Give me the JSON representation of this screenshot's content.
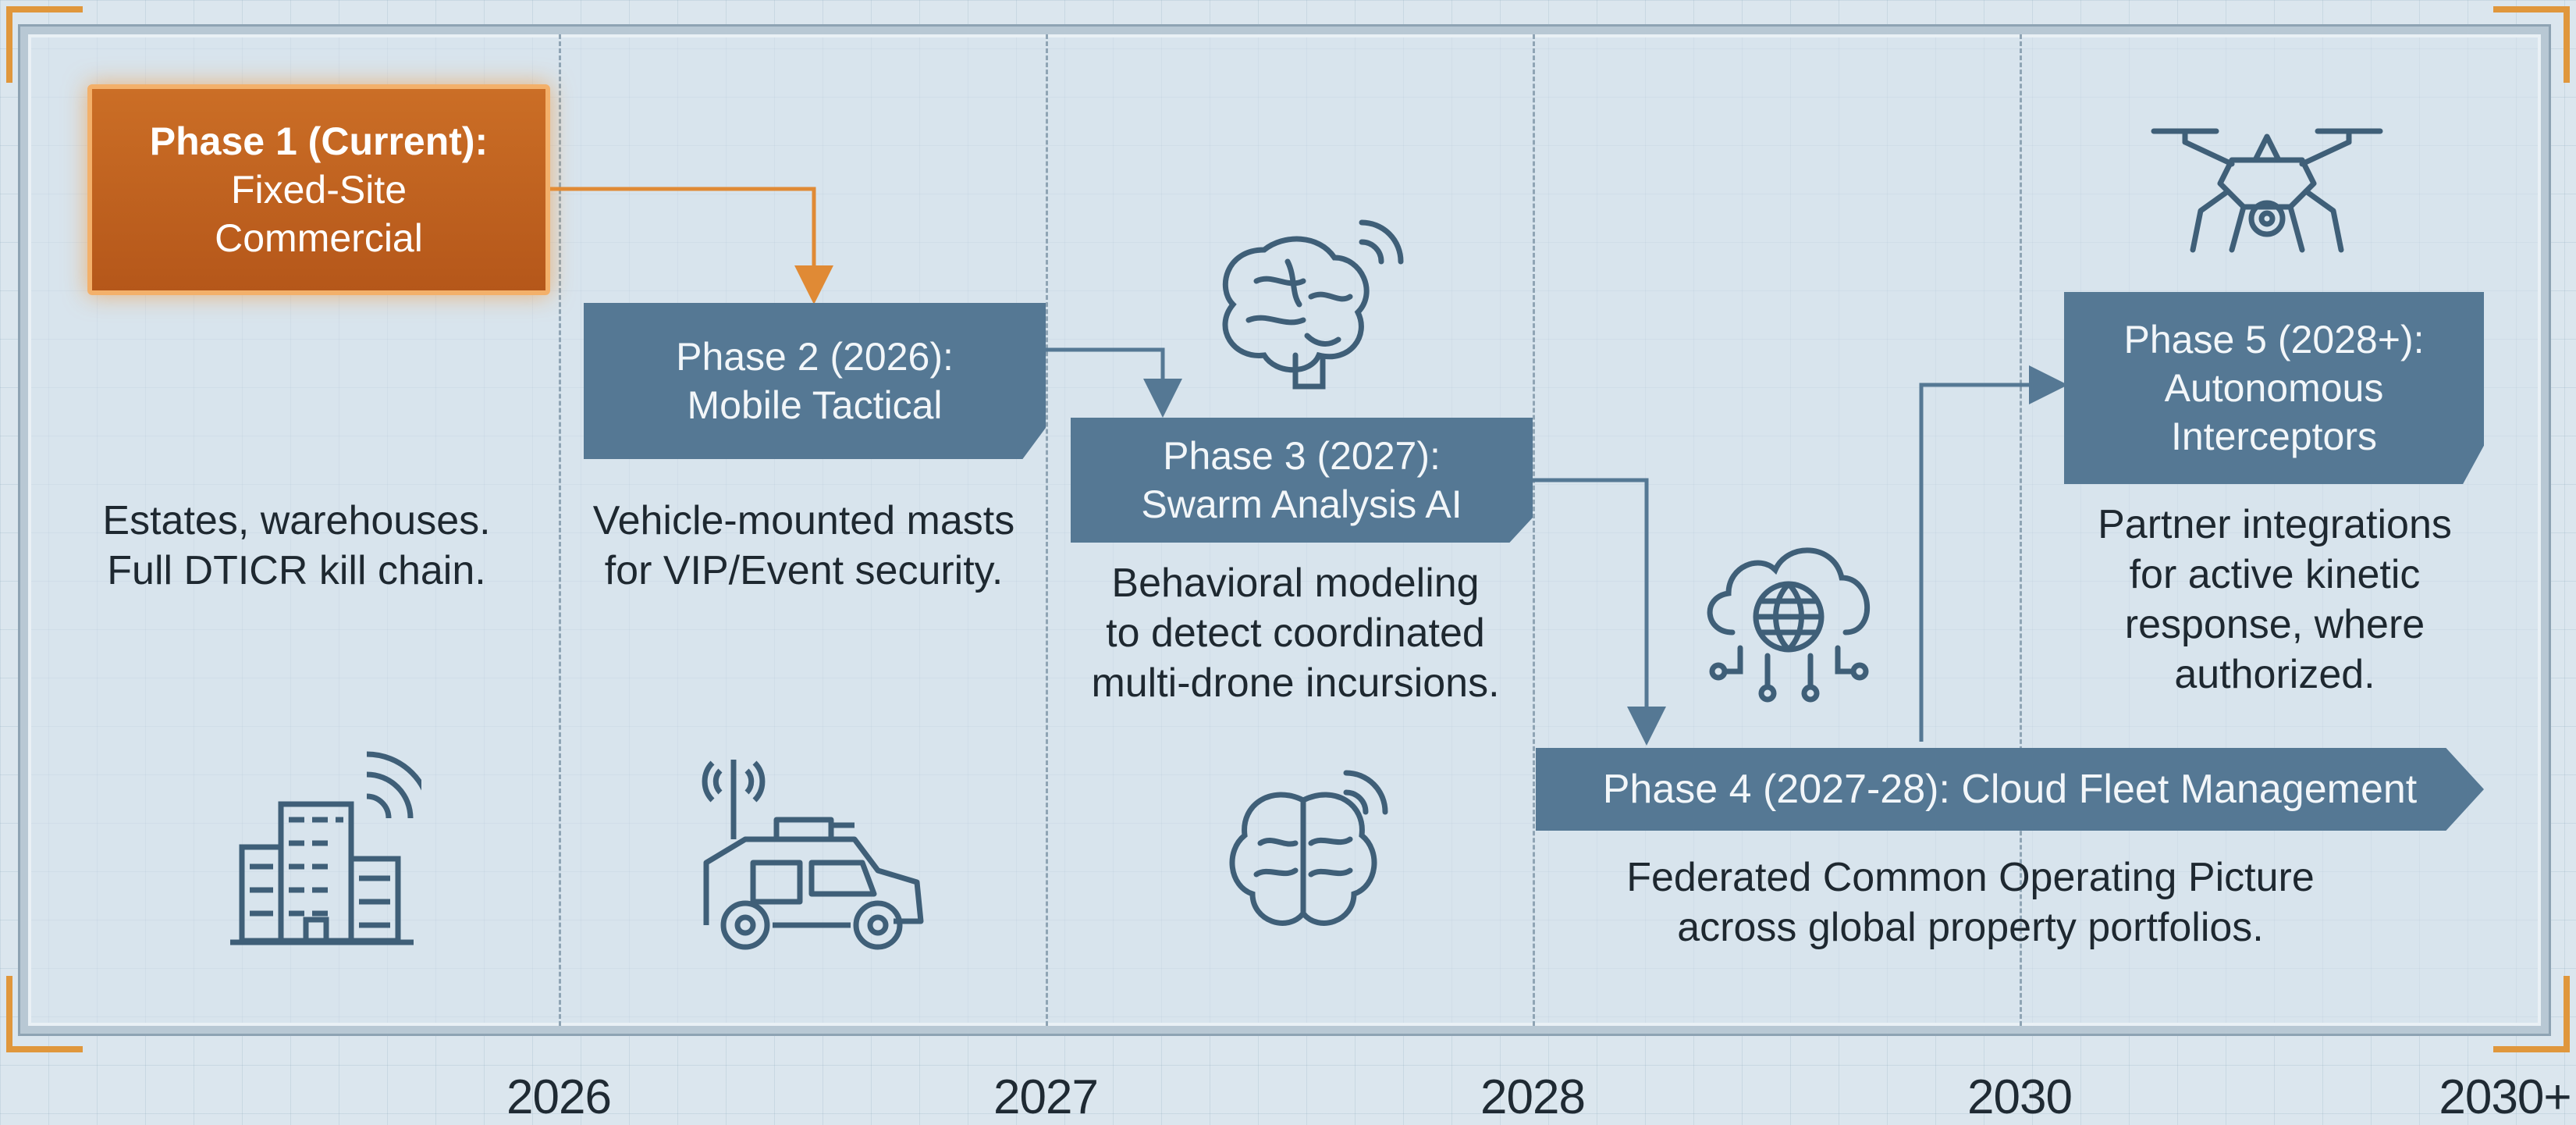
{
  "phases": [
    {
      "title": "Phase 1 (Current):",
      "subtitle_1": "Fixed-Site",
      "subtitle_2": "Commercial",
      "desc_1": "Estates, warehouses.",
      "desc_2": "Full DTICR kill chain."
    },
    {
      "title": "Phase 2 (2026):",
      "subtitle_1": "Mobile Tactical",
      "desc_1": "Vehicle-mounted masts",
      "desc_2": "for VIP/Event security."
    },
    {
      "title": "Phase 3 (2027):",
      "subtitle_1": "Swarm Analysis AI",
      "desc_1": "Behavioral modeling",
      "desc_2": "to detect coordinated",
      "desc_3": "multi-drone incursions."
    },
    {
      "title": "Phase 4 (2027-28): Cloud Fleet Management",
      "desc_1": "Federated Common Operating Picture",
      "desc_2": "across global property portfolios."
    },
    {
      "title": "Phase 5 (2028+):",
      "subtitle_1": "Autonomous",
      "subtitle_2": "Interceptors",
      "desc_1": "Partner integrations",
      "desc_2": "for active kinetic",
      "desc_3": "response, where",
      "desc_4": "authorized."
    }
  ],
  "years": [
    "2026",
    "2027",
    "2028",
    "2030",
    "2030+"
  ],
  "icons": [
    "building-signal-icon",
    "military-vehicle-icon",
    "brain-signal-icon",
    "brain-signal-icon",
    "cloud-network-icon",
    "drone-icon"
  ],
  "colors": {
    "phase_current": "#c1621f",
    "phase_box": "#557894",
    "text": "#1e2830",
    "arrow_current": "#e08a35",
    "arrow": "#557894"
  }
}
